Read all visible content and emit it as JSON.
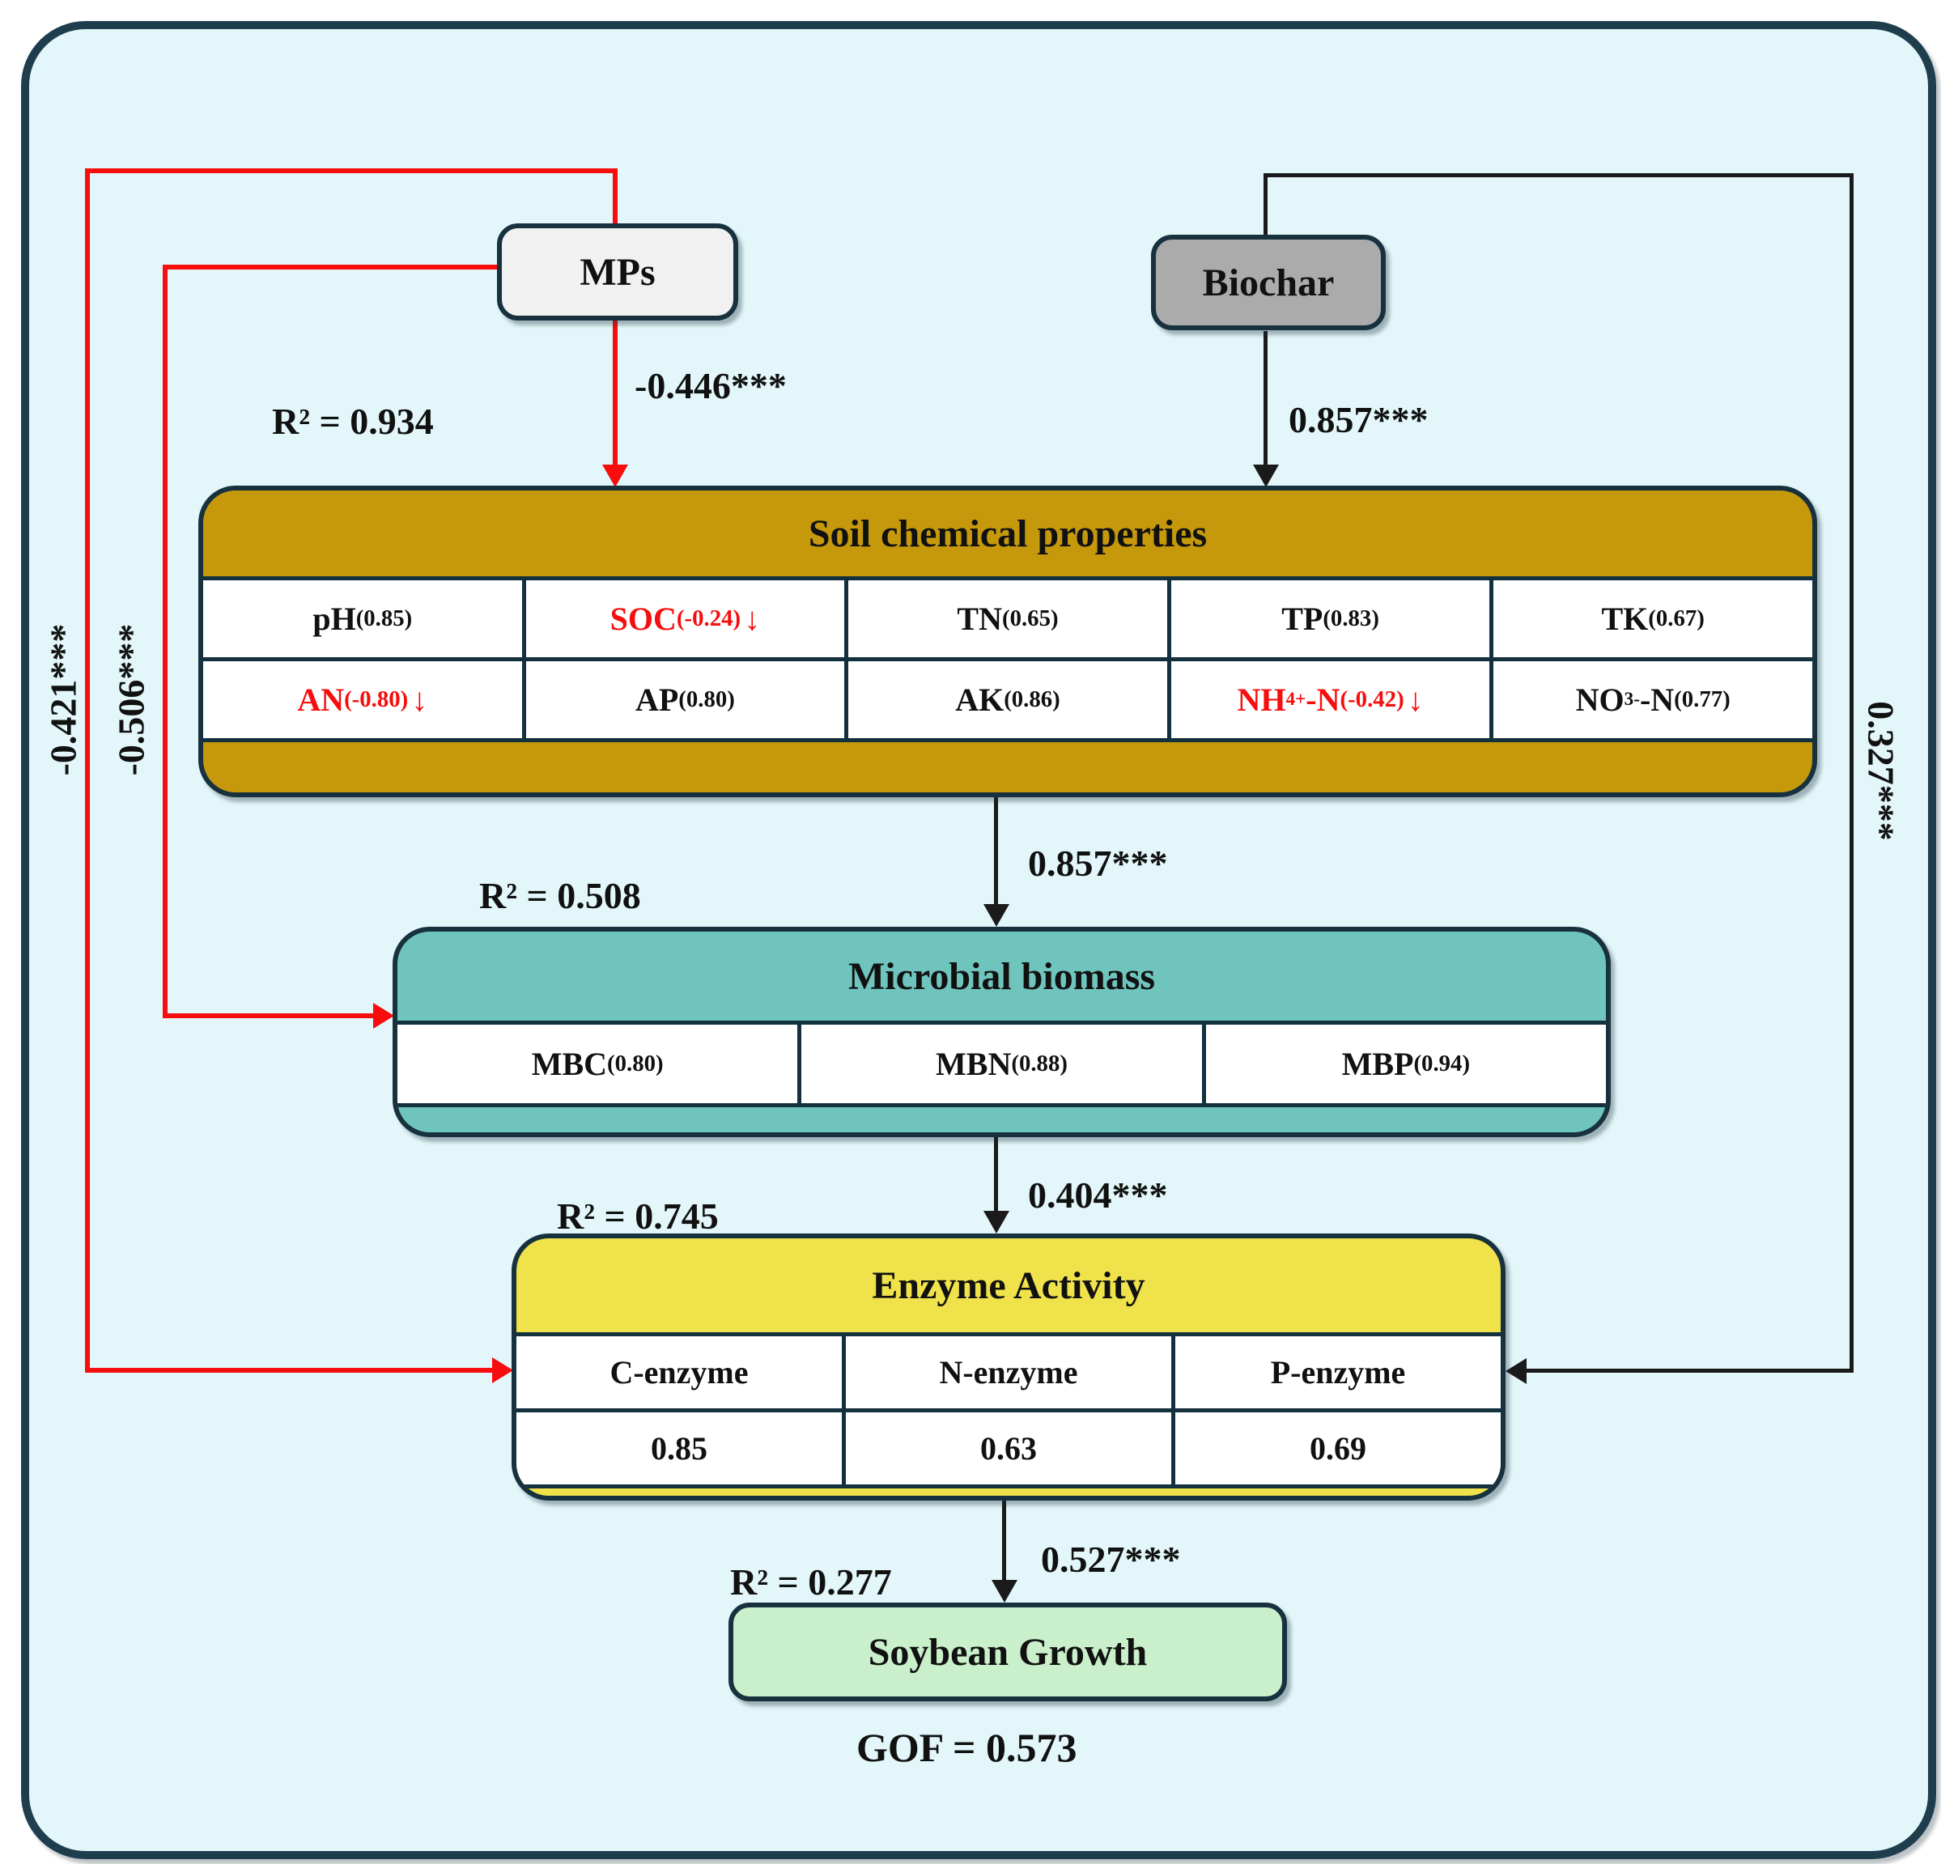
{
  "diagram": {
    "nodes": {
      "mps": {
        "label": "MPs"
      },
      "biochar": {
        "label": "Biochar"
      },
      "soil": {
        "title": "Soil chemical properties",
        "r2": "R² = 0.934",
        "rows": [
          [
            {
              "main": "pH",
              "sub": "(0.85)"
            },
            {
              "main": "SOC",
              "sub": "(-0.24)",
              "arrow": "↓",
              "negative": true
            },
            {
              "main": "TN",
              "sub": "(0.65)"
            },
            {
              "main": "TP",
              "sub": "(0.83)"
            },
            {
              "main": "TK",
              "sub": "(0.67)"
            }
          ],
          [
            {
              "main": "AN",
              "sub": "(-0.80)",
              "arrow": "↓",
              "negative": true
            },
            {
              "main": "AP",
              "sub": "(0.80)"
            },
            {
              "main": "AK",
              "sub": "(0.86)"
            },
            {
              "pre": "NH",
              "suppre": "4+",
              "main": "-N",
              "sub": "(-0.42)",
              "arrow": "↓",
              "negative": true
            },
            {
              "pre": "NO",
              "subpre": "3",
              "suppre": "-",
              "main": "-N",
              "sub": "(0.77)"
            }
          ]
        ]
      },
      "microbial": {
        "title": "Microbial biomass",
        "r2": "R² = 0.508",
        "rows": [
          [
            {
              "main": "MBC",
              "sub": "(0.80)"
            },
            {
              "main": "MBN",
              "sub": "(0.88)"
            },
            {
              "main": "MBP",
              "sub": "(0.94)"
            }
          ]
        ]
      },
      "enzyme": {
        "title": "Enzyme Activity",
        "r2": "R² = 0.745",
        "rows": [
          [
            {
              "main": "C-enzyme"
            },
            {
              "main": "N-enzyme"
            },
            {
              "main": "P-enzyme"
            }
          ],
          [
            {
              "main": "0.85"
            },
            {
              "main": "0.63"
            },
            {
              "main": "0.69"
            }
          ]
        ]
      },
      "soybean": {
        "label": "Soybean Growth",
        "r2": "R² = 0.277"
      }
    },
    "paths": {
      "mps_to_soil": "-0.446***",
      "biochar_to_soil": "0.857***",
      "soil_to_microbial": "0.857***",
      "microbial_to_enzyme": "0.404***",
      "enzyme_to_soybean": "0.527***",
      "biochar_to_enzyme": "0.327***",
      "mps_to_enzyme": "-0.421***",
      "mps_to_microbial": "-0.506***"
    },
    "gof": "GOF = 0.573",
    "colors": {
      "negative_path": "#f70d0d",
      "positive_path": "#1a1a1a",
      "soil_fill": "#c5990b",
      "microbial_fill": "#6fc5be",
      "enzyme_fill": "#efe24b",
      "soybean_fill": "#c9efcb",
      "mps_fill": "#f1f1f1",
      "biochar_fill": "#ababab",
      "background": "#e3f7fa",
      "frame": "#1e3d4d"
    }
  }
}
